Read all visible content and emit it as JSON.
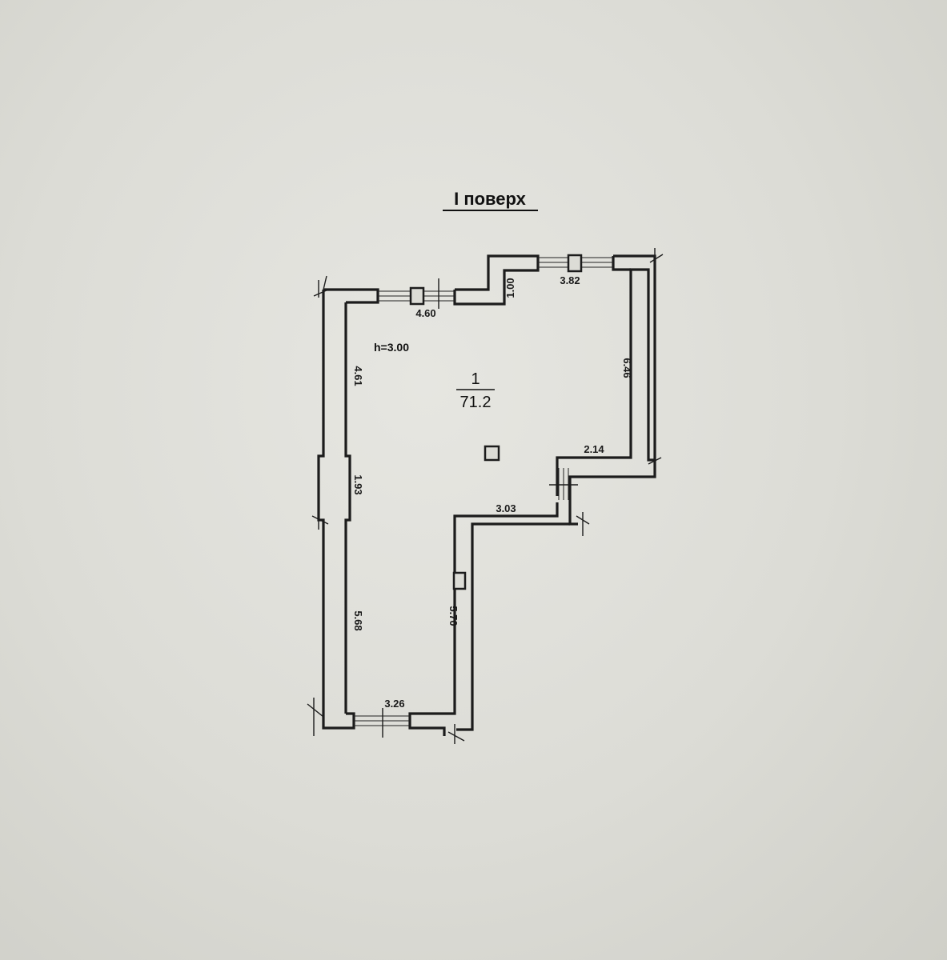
{
  "floor_title": "І поверх",
  "room": {
    "number": "1",
    "area": "71.2",
    "height_label": "h=3.00"
  },
  "dimensions": {
    "top_left_width": "4.60",
    "top_step": "1.00",
    "top_right_width": "3.82",
    "right_wall": "6.46",
    "right_notch": "2.14",
    "inner_step": "3.03",
    "left_upper": "4.61",
    "left_middle": "1.93",
    "left_lower": "5.68",
    "inner_left": "5.70",
    "bottom_width": "3.26"
  },
  "colors": {
    "paper": "#dcdcd6",
    "ink": "#1c1c1c"
  }
}
